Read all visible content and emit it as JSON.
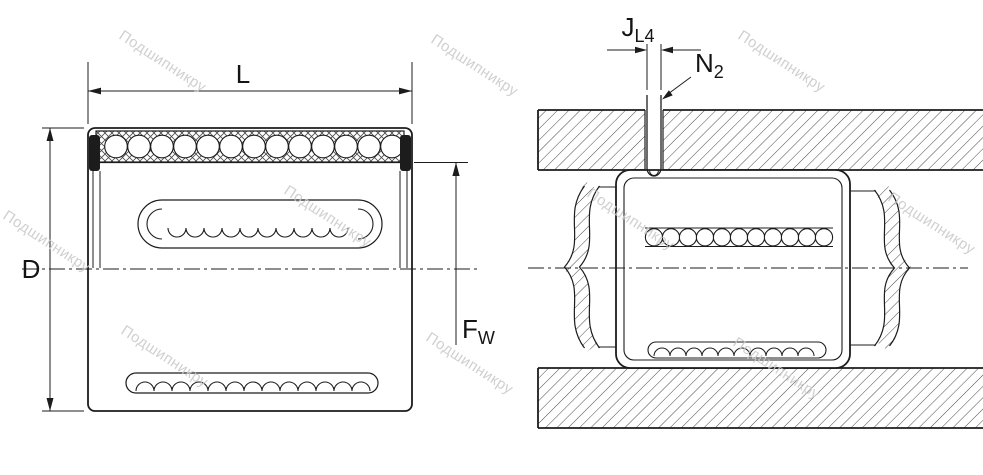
{
  "dimensions": {
    "left_view": {
      "length_label": "L",
      "outer_diameter_label": "D",
      "bore_label": {
        "main": "F",
        "sub": "W"
      }
    },
    "right_view": {
      "hole_offset_label": {
        "main": "J",
        "sub": "L4"
      },
      "hole_diameter_label": {
        "main": "N",
        "sub": "2"
      }
    }
  },
  "watermark": {
    "text": "Подшипникру",
    "color": "#c8c8c8"
  },
  "colors": {
    "line": "#1c1c1c",
    "background": "#ffffff",
    "seal_fill": "#1c1c1c"
  }
}
